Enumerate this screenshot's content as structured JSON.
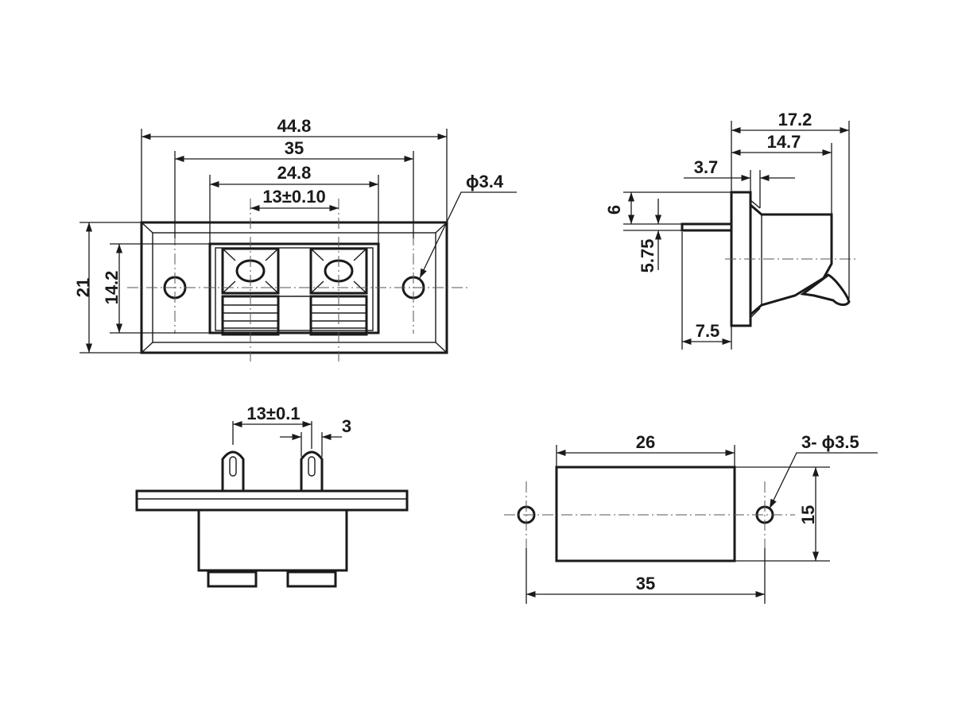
{
  "front_view": {
    "width_overall": "44.8",
    "hole_spacing": "35",
    "body_width": "24.8",
    "terminal_spacing": "13±0.10",
    "hole_diameter": "ϕ3.4",
    "height_overall": "21",
    "body_height": "14.2"
  },
  "side_view": {
    "depth_overall": "17.2",
    "depth_body": "14.7",
    "flange_thickness": "3.7",
    "pin_height": "6",
    "pin_offset": "5.75",
    "pin_length": "7.5"
  },
  "bottom_view": {
    "pin_spacing": "13±0.1",
    "pin_width": "3"
  },
  "cutout_view": {
    "cutout_width": "26",
    "hole_spec": "3- ϕ3.5",
    "cutout_height": "15",
    "hole_spacing": "35"
  }
}
